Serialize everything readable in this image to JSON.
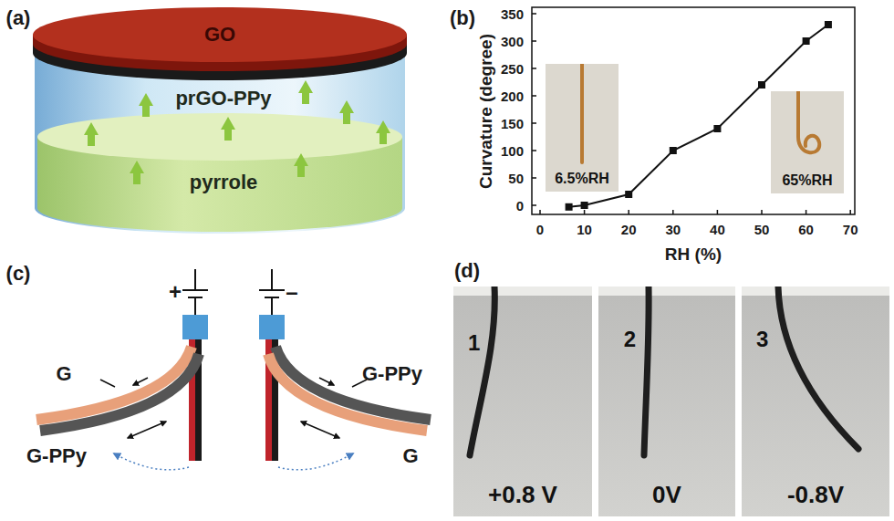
{
  "diagram": {
    "nodes": [
      {
        "text": [
          "6.5%RH"
        ]
      },
      {
        "text": [
          "65%RH"
        ]
      },
      {
        "text": [
          "1",
          "+0.8 V"
        ]
      },
      {
        "text": [
          "2",
          "0V"
        ]
      },
      {
        "text": [
          "3",
          "-0.8V"
        ]
      }
    ],
    "labels": [
      "(a)",
      "GO",
      "prGO-PPy",
      "pyrrole",
      "(b)",
      "Curvature (degree)",
      "RH (%)",
      "0",
      "50",
      "100",
      "150",
      "200",
      "250",
      "300",
      "350",
      "0",
      "10",
      "20",
      "30",
      "40",
      "50",
      "60",
      "70",
      "(c)",
      "+",
      "–",
      "G",
      "G-PPy",
      "G-PPy",
      "G",
      "(d)"
    ]
  }
}
